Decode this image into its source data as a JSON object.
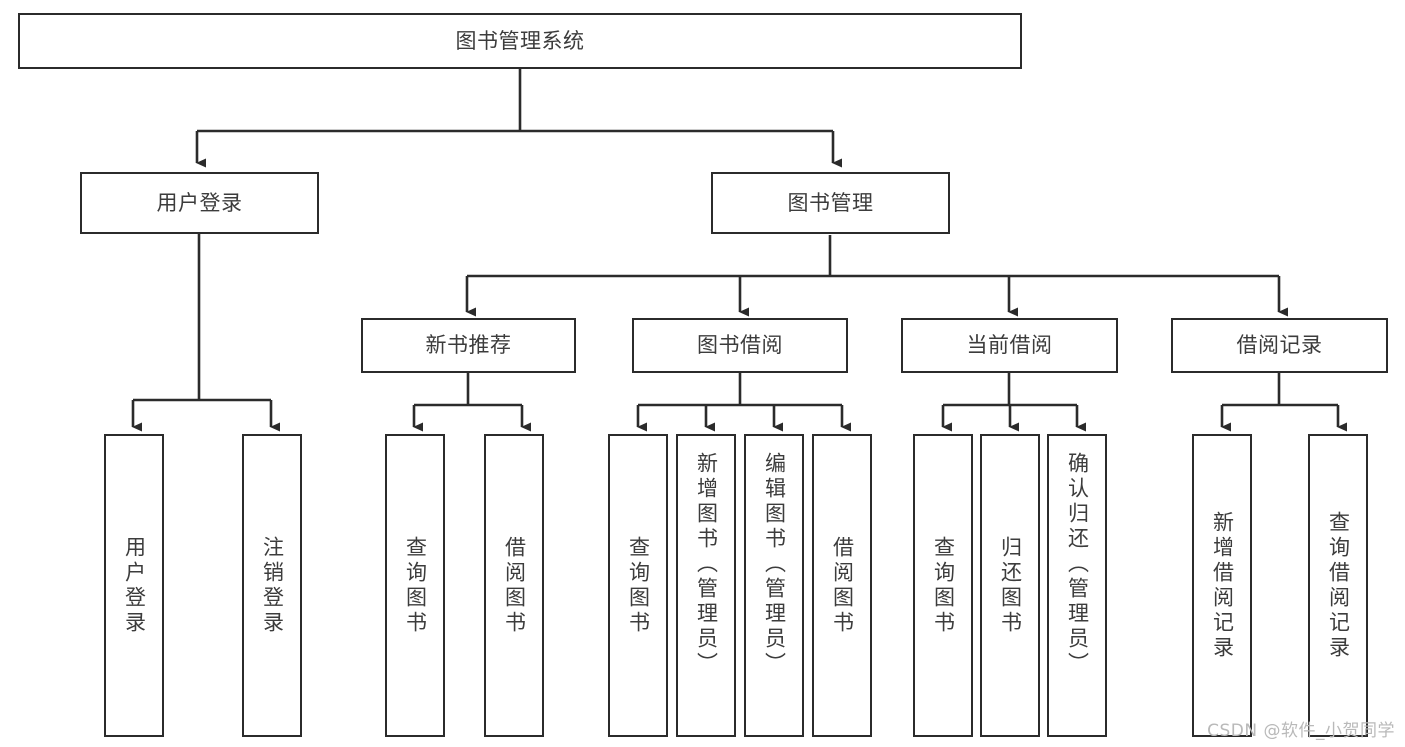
{
  "diagram": {
    "type": "tree-hierarchy-chart",
    "title": "图书管理系统",
    "watermark": "CSDN @软件_小贺同学",
    "colors": {
      "box_border": "#2b2b2b",
      "box_fill": "#ffffff",
      "text": "#3c3c3c",
      "edge": "#2b2b2b",
      "watermark": "#b9b9b9",
      "background": "#ffffff"
    },
    "nodes": {
      "root": {
        "label": "图书管理系统"
      },
      "level2": [
        {
          "id": "user-login",
          "label": "用户登录"
        },
        {
          "id": "book-manage",
          "label": "图书管理"
        }
      ],
      "level3": [
        {
          "id": "new-book-rec",
          "label": "新书推荐"
        },
        {
          "id": "book-borrow",
          "label": "图书借阅"
        },
        {
          "id": "current-borrow",
          "label": "当前借阅"
        },
        {
          "id": "borrow-record",
          "label": "借阅记录"
        }
      ],
      "leaves": {
        "user-login": [
          {
            "id": "leaf-user-login",
            "label": "用户登录"
          },
          {
            "id": "leaf-logout",
            "label": "注销登录"
          }
        ],
        "new-book-rec": [
          {
            "id": "leaf-query-book-1",
            "label": "查询图书"
          },
          {
            "id": "leaf-borrow-book-1",
            "label": "借阅图书"
          }
        ],
        "book-borrow": [
          {
            "id": "leaf-query-book-2",
            "label": "查询图书"
          },
          {
            "id": "leaf-add-book",
            "label": "新增图书（管理员）"
          },
          {
            "id": "leaf-edit-book",
            "label": "编辑图书（管理员）"
          },
          {
            "id": "leaf-borrow-book-2",
            "label": "借阅图书"
          }
        ],
        "current-borrow": [
          {
            "id": "leaf-query-book-3",
            "label": "查询图书"
          },
          {
            "id": "leaf-return-book",
            "label": "归还图书"
          },
          {
            "id": "leaf-confirm-return",
            "label": "确认归还（管理员）"
          }
        ],
        "borrow-record": [
          {
            "id": "leaf-add-record",
            "label": "新增借阅记录"
          },
          {
            "id": "leaf-query-record",
            "label": "查询借阅记录"
          }
        ]
      }
    }
  }
}
